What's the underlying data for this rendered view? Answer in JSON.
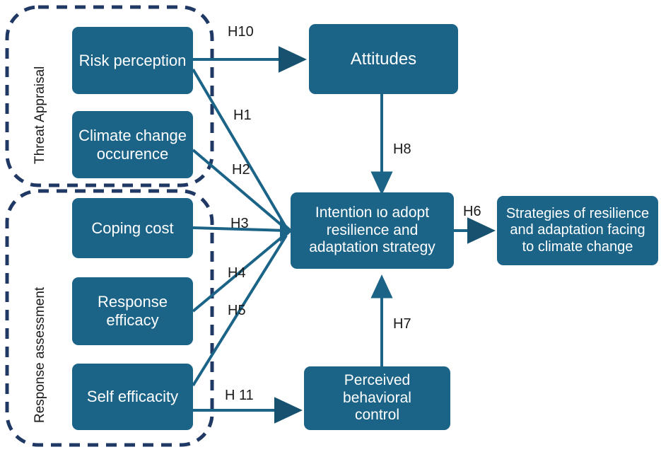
{
  "diagram": {
    "title": "Conceptual framework of intention to adopt resilience and adaptation strategy",
    "colors": {
      "node_fill": "#1b6488",
      "node_text": "#ffffff",
      "arrow": "#1b6488",
      "group_border": "#1f3864",
      "label_text": "#1a1a1a",
      "background": "#ffffff"
    },
    "groups": [
      {
        "id": "threat-appraisal",
        "label": "Threat Appraisal"
      },
      {
        "id": "response-assessment",
        "label": "Response assessment"
      }
    ],
    "nodes": [
      {
        "id": "risk-perception",
        "label": "Risk perception",
        "group": "threat-appraisal"
      },
      {
        "id": "climate-change",
        "label": "Climate change\noccurence",
        "group": "threat-appraisal"
      },
      {
        "id": "coping-cost",
        "label": "Coping cost",
        "group": "response-assessment"
      },
      {
        "id": "response-efficacy",
        "label": "Response\nefficacy",
        "group": "response-assessment"
      },
      {
        "id": "self-efficacity",
        "label": "Self efficacity",
        "group": "response-assessment"
      },
      {
        "id": "attitudes",
        "label": "Attitudes",
        "group": null
      },
      {
        "id": "intention",
        "label": "Intention ιo adopt\nresilience and\nadaptation strategy",
        "group": null
      },
      {
        "id": "perceived-control",
        "label": "Perceived behavioral\ncontrol",
        "group": null
      },
      {
        "id": "strategies",
        "label": "Strategies of resilience\nand adaptation facing\nto climate change",
        "group": null
      }
    ],
    "edges": [
      {
        "id": "h10",
        "label": "H10",
        "from": "risk-perception",
        "to": "attitudes"
      },
      {
        "id": "h1",
        "label": "H1",
        "from": "risk-perception",
        "to": "intention"
      },
      {
        "id": "h2",
        "label": "H2",
        "from": "climate-change",
        "to": "intention"
      },
      {
        "id": "h3",
        "label": "H3",
        "from": "coping-cost",
        "to": "intention"
      },
      {
        "id": "h4",
        "label": "H4",
        "from": "response-efficacy",
        "to": "intention"
      },
      {
        "id": "h5",
        "label": "H5",
        "from": "self-efficacity",
        "to": "intention"
      },
      {
        "id": "h11",
        "label": "H 11",
        "from": "self-efficacity",
        "to": "perceived-control"
      },
      {
        "id": "h8",
        "label": "H8",
        "from": "attitudes",
        "to": "intention"
      },
      {
        "id": "h7",
        "label": "H7",
        "from": "perceived-control",
        "to": "intention"
      },
      {
        "id": "h6",
        "label": "H6",
        "from": "intention",
        "to": "strategies"
      }
    ]
  }
}
